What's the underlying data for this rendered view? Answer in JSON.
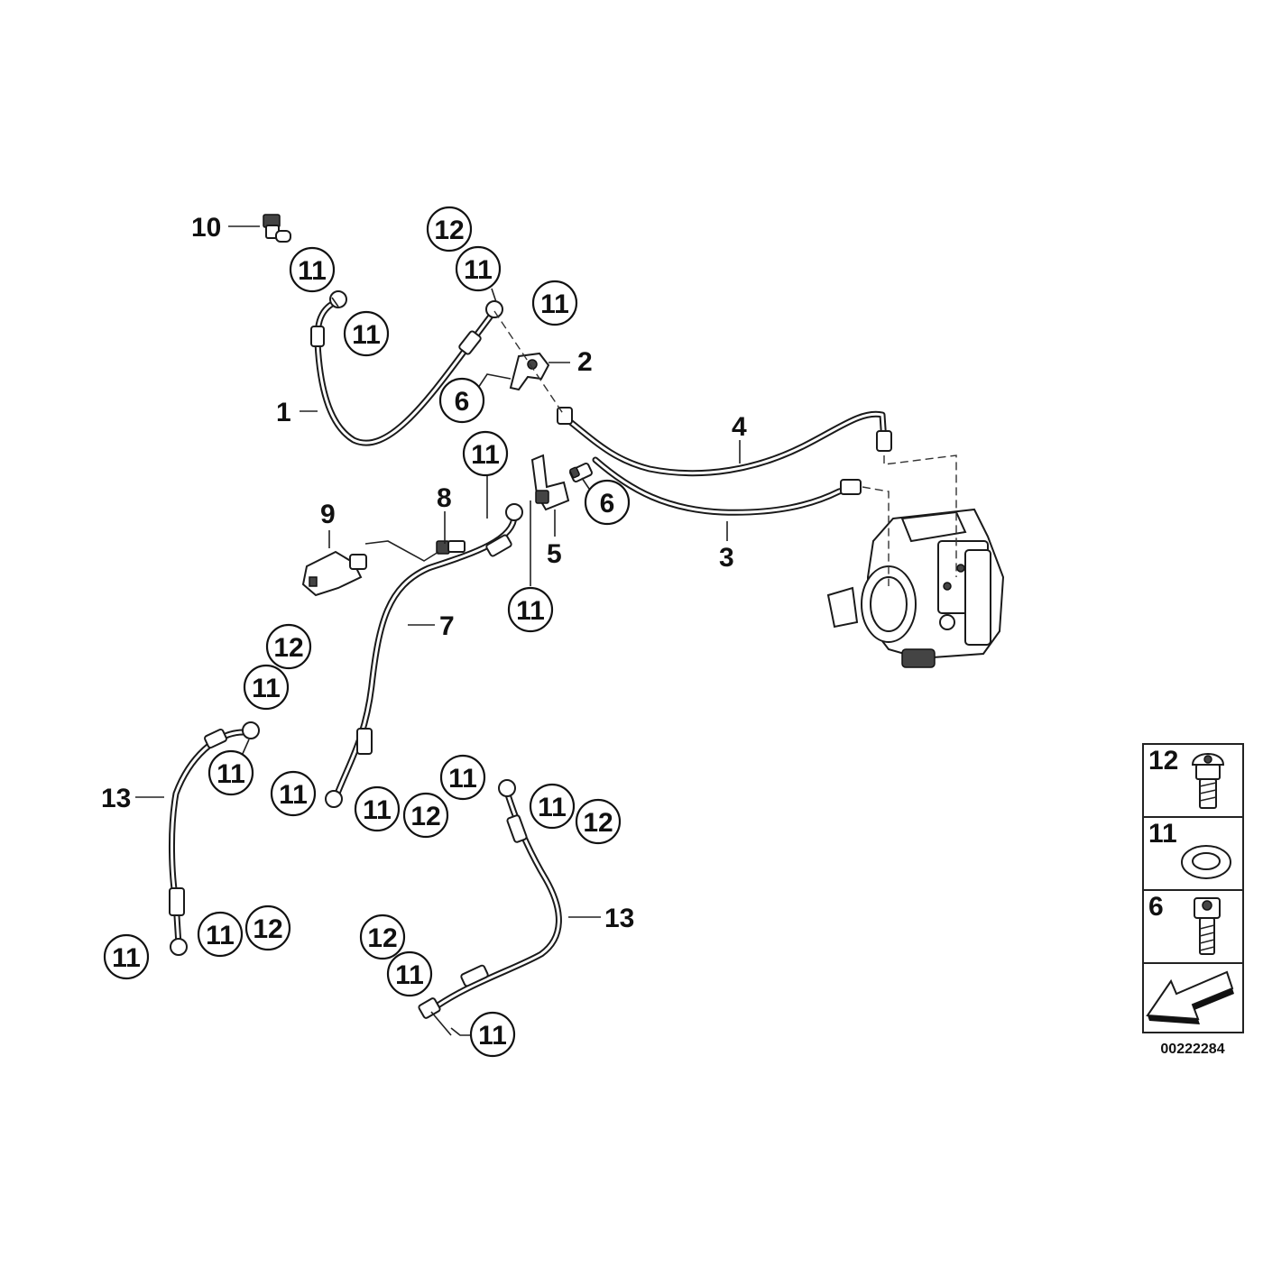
{
  "diagram": {
    "catalog_number": "00222284",
    "legend": {
      "items": [
        {
          "number": "12",
          "part": "hollow-bolt-icon"
        },
        {
          "number": "11",
          "part": "washer-ring-icon"
        },
        {
          "number": "6",
          "part": "socket-cap-screw-icon"
        }
      ],
      "arrow": "direction-arrow-icon"
    },
    "labels": {
      "l1": "1",
      "l2": "2",
      "l3": "3",
      "l4": "4",
      "l5": "5",
      "l6a": "6",
      "l6b": "6",
      "l7": "7",
      "l8": "8",
      "l9": "9",
      "l10": "10",
      "l13a": "13",
      "l13b": "13"
    },
    "callouts": {
      "c_11": "11",
      "c_12": "12"
    }
  }
}
